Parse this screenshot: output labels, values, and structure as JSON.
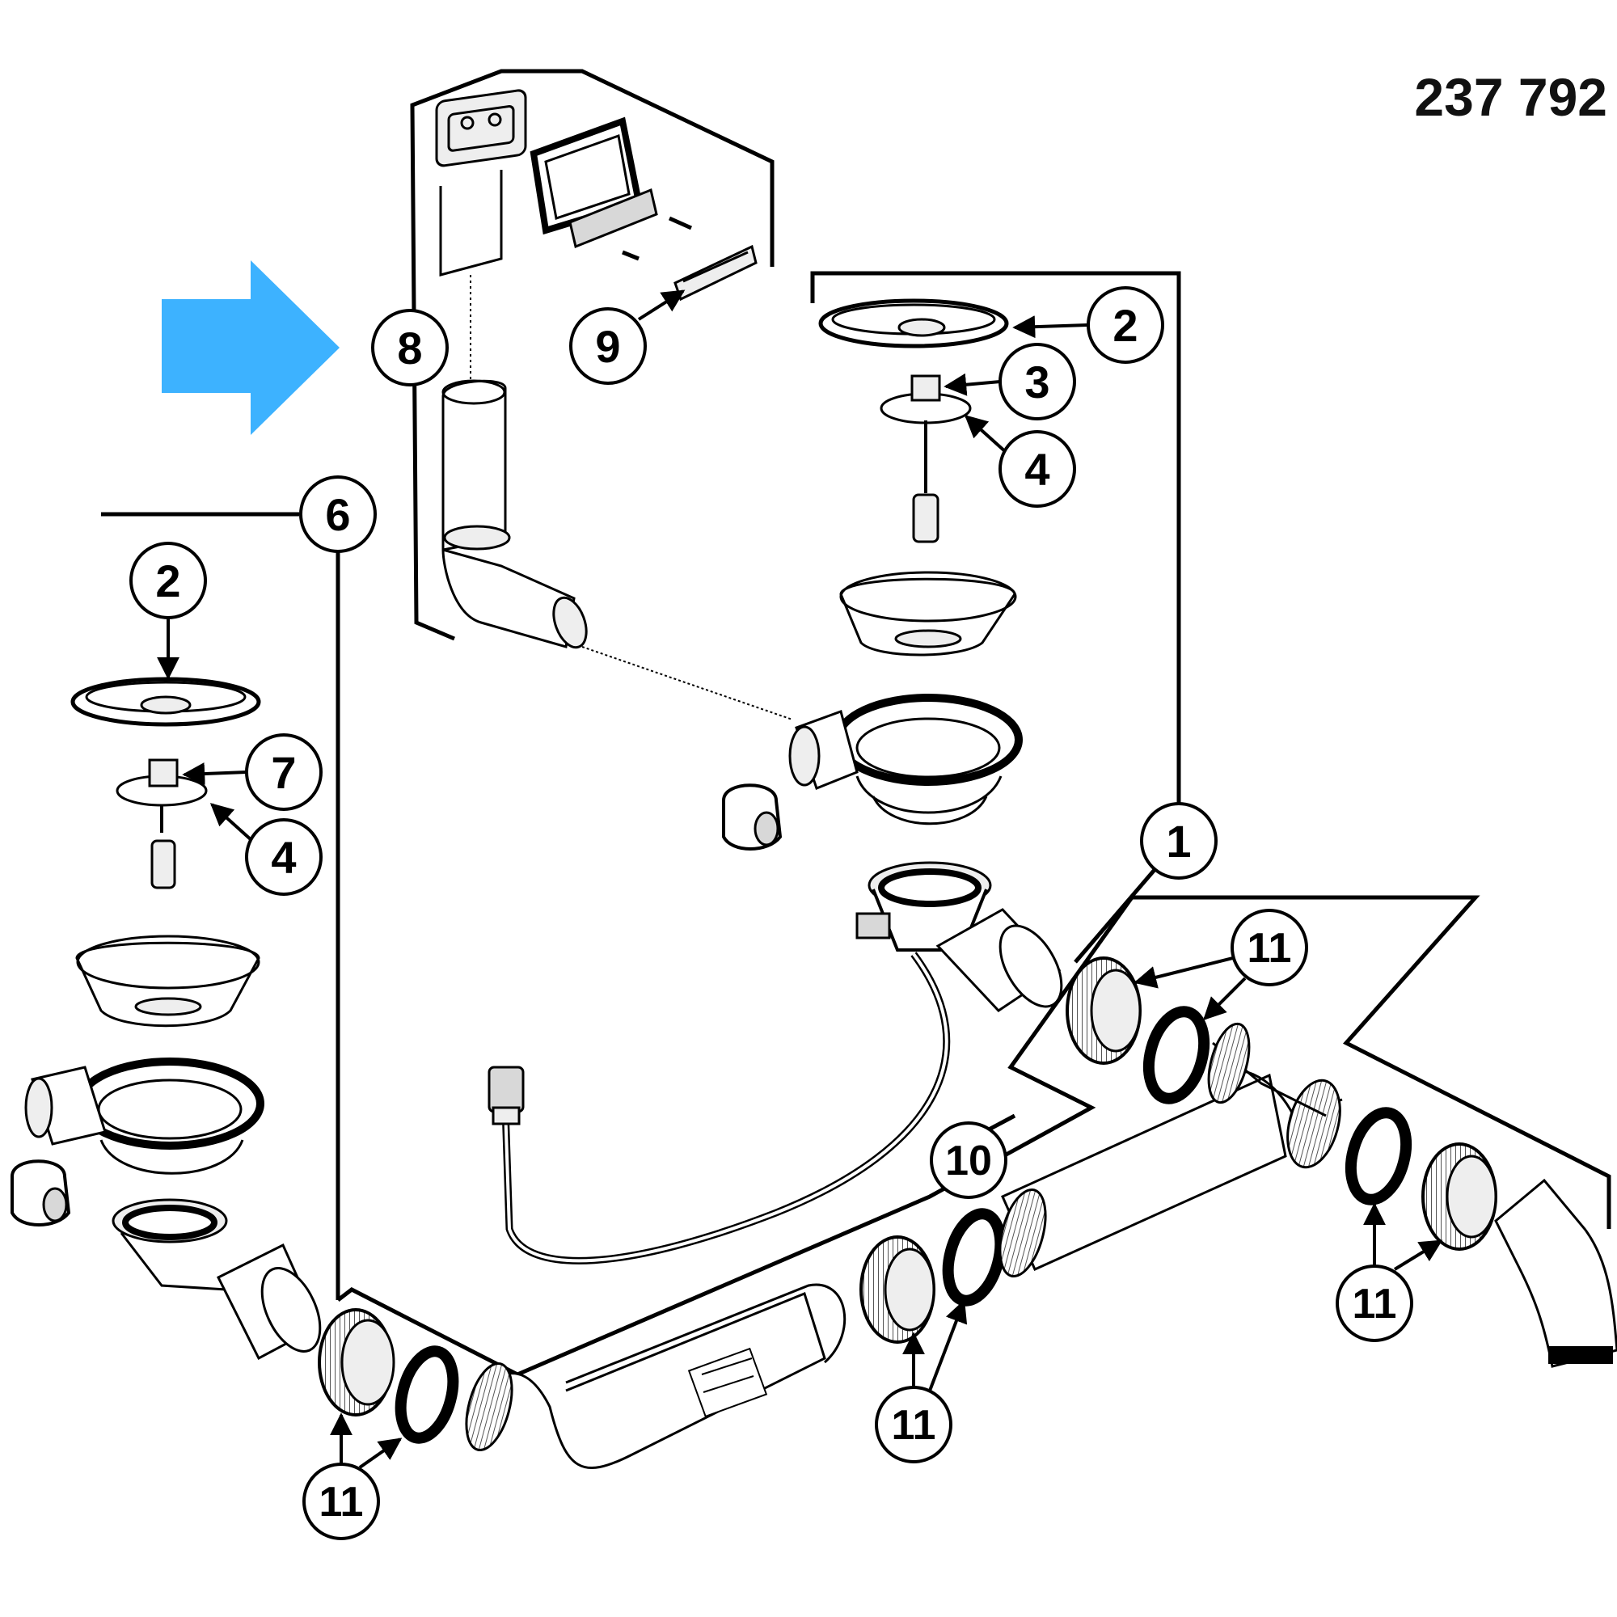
{
  "part_number": "237 792",
  "accent_color": "#3db2ff",
  "callouts": {
    "c1": "1",
    "c2_right": "2",
    "c3": "3",
    "c4_right": "4",
    "c2_left": "2",
    "c7": "7",
    "c4_left": "4",
    "c6": "6",
    "c8": "8",
    "c9": "9",
    "c10": "10",
    "c11_top": "11",
    "c11_right": "11",
    "c11_mid": "11",
    "c11_left": "11"
  },
  "icons": {
    "pointer": "right-arrow-icon"
  }
}
